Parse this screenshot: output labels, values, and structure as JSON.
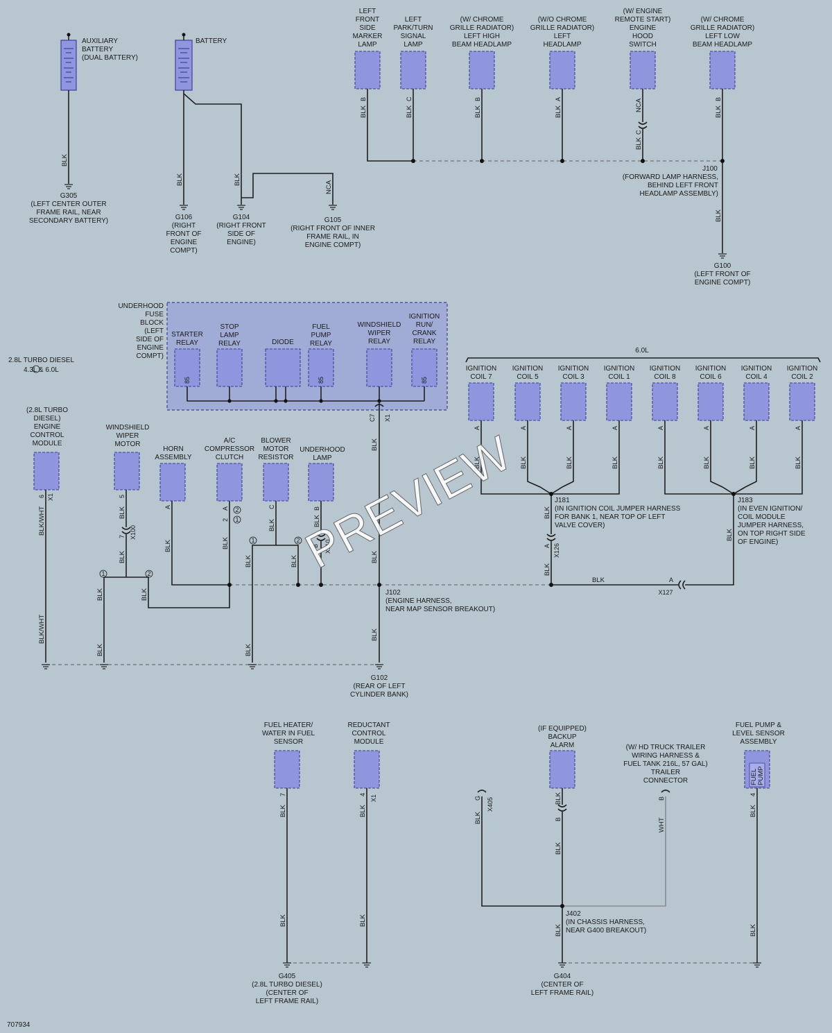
{
  "watermark": "PREVIEW",
  "figure_id": "707934",
  "colors": {
    "background": "#b8c6cf",
    "component": "#8f96de",
    "wire": "#1f1f1f"
  },
  "labels": {
    "aux_battery": [
      "AUXILIARY",
      "BATTERY",
      "(DUAL BATTERY)"
    ],
    "battery": [
      "BATTERY"
    ],
    "g305": [
      "G305",
      "(LEFT CENTER OUTER",
      "FRAME RAIL, NEAR",
      "SECONDARY BATTERY)"
    ],
    "g106": [
      "G106",
      "(RIGHT",
      "FRONT OF",
      "ENGINE",
      "COMPT)"
    ],
    "g104": [
      "G104",
      "(RIGHT FRONT",
      "SIDE OF",
      "ENGINE)"
    ],
    "g105": [
      "G105",
      "(RIGHT FRONT OF INNER",
      "FRAME RAIL, IN",
      "ENGINE COMPT)"
    ],
    "left_front_marker": [
      "LEFT",
      "FRONT",
      "SIDE",
      "MARKER",
      "LAMP"
    ],
    "left_park_turn": [
      "LEFT",
      "PARK/TURN",
      "SIGNAL",
      "LAMP"
    ],
    "chrome_high_beam": [
      "(W/ CHROME",
      "GRILLE RADIATOR)",
      "LEFT HIGH",
      "BEAM HEADLAMP"
    ],
    "wo_chrome_headlamp": [
      "(W/O CHROME",
      "GRILLE RADIATOR)",
      "LEFT",
      "HEADLAMP"
    ],
    "hood_switch": [
      "(W/ ENGINE",
      "REMOTE START)",
      "ENGINE",
      "HOOD",
      "SWITCH"
    ],
    "chrome_low_beam": [
      "(W/ CHROME",
      "GRILLE RADIATOR)",
      "LEFT LOW",
      "BEAM HEADLAMP"
    ],
    "j100": [
      "J100",
      "(FORWARD LAMP HARNESS,",
      "BEHIND LEFT FRONT",
      "HEADLAMP ASSEMBLY)"
    ],
    "g100": [
      "G100",
      "(LEFT FRONT OF",
      "ENGINE COMPT)"
    ],
    "underhood_fuse_block": [
      "UNDERHOOD",
      "FUSE",
      "BLOCK",
      "(LEFT",
      "SIDE OF",
      "ENGINE",
      "COMPT)"
    ],
    "starter_relay": [
      "STARTER",
      "RELAY"
    ],
    "stop_lamp_relay": [
      "STOP",
      "LAMP",
      "RELAY"
    ],
    "diode": [
      "DIODE"
    ],
    "fuel_pump_relay": [
      "FUEL",
      "PUMP",
      "RELAY"
    ],
    "wiper_relay": [
      "WINDSHIELD",
      "WIPER",
      "RELAY"
    ],
    "ign_run_crank_relay": [
      "IGNITION",
      "RUN/",
      "CRANK",
      "RELAY"
    ],
    "engine_options": [
      "2.8L TURBO DIESEL",
      "4.3L & 6.0L"
    ],
    "six_liter": [
      "6.0L"
    ],
    "ecm": [
      "(2.8L TURBO",
      "DIESEL)",
      "ENGINE",
      "CONTROL",
      "MODULE"
    ],
    "wiper_motor": [
      "WINDSHIELD",
      "WIPER",
      "MOTOR"
    ],
    "horn": [
      "HORN",
      "ASSEMBLY"
    ],
    "ac_clutch": [
      "A/C",
      "COMPRESSOR",
      "CLUTCH"
    ],
    "blower_resistor": [
      "BLOWER",
      "MOTOR",
      "RESISTOR"
    ],
    "underhood_lamp": [
      "UNDERHOOD",
      "LAMP"
    ],
    "coil7": [
      "IGNITION",
      "COIL 7"
    ],
    "coil5": [
      "IGNITION",
      "COIL 5"
    ],
    "coil3": [
      "IGNITION",
      "COIL 3"
    ],
    "coil1": [
      "IGNITION",
      "COIL 1"
    ],
    "coil8": [
      "IGNITION",
      "COIL 8"
    ],
    "coil6": [
      "IGNITION",
      "COIL 6"
    ],
    "coil4": [
      "IGNITION",
      "COIL 4"
    ],
    "coil2": [
      "IGNITION",
      "COIL 2"
    ],
    "j181": [
      "J181",
      "(IN IGNITION COIL JUMPER HARNESS",
      "FOR BANK 1, NEAR TOP OF LEFT",
      "VALVE COVER)"
    ],
    "j183": [
      "J183",
      "(IN EVEN IGNITION/",
      "COIL MODULE",
      "JUMPER HARNESS,",
      "ON TOP RIGHT SIDE",
      "OF ENGINE)"
    ],
    "j102": [
      "J102",
      "(ENGINE HARNESS,",
      "NEAR MAP SENSOR BREAKOUT)"
    ],
    "g102": [
      "G102",
      "(REAR OF LEFT",
      "CYLINDER BANK)"
    ],
    "fuel_heater": [
      "FUEL HEATER/",
      "WATER IN FUEL",
      "SENSOR"
    ],
    "reductant_module": [
      "REDUCTANT",
      "CONTROL",
      "MODULE"
    ],
    "backup_alarm": [
      "(IF EQUIPPED)",
      "BACKUP",
      "ALARM"
    ],
    "trailer_connector": [
      "(W/ HD TRUCK TRAILER",
      "WIRING HARNESS &",
      "FUEL TANK 216L, 57 GAL)",
      "TRAILER",
      "CONNECTOR"
    ],
    "fuel_pump_assembly": [
      "FUEL PUMP &",
      "LEVEL SENSOR",
      "ASSEMBLY"
    ],
    "fuel_pump_inner": [
      "FUEL",
      "PUMP"
    ],
    "j402": [
      "J402",
      "(IN CHASSIS HARNESS,",
      "NEAR G400 BREAKOUT)"
    ],
    "g405": [
      "G405",
      "(2.8L TURBO DIESEL)",
      "(CENTER OF",
      "LEFT FRAME RAIL)"
    ],
    "g404": [
      "G404",
      "(CENTER OF",
      "LEFT FRAME RAIL)"
    ]
  },
  "wire_labels": {
    "blk": "BLK",
    "blkwht": "BLK/WHT",
    "nca": "NCA",
    "wht": "WHT"
  },
  "pins": {
    "b": "B",
    "c": "C",
    "a": "A",
    "g": "G",
    "p85": "85",
    "p2": "2",
    "p4": "4",
    "p5": "5",
    "p6": "6",
    "p7": "7",
    "c7": "C7",
    "x1": "X1",
    "x100": "X100",
    "x110": "X110",
    "x126": "X126",
    "x127": "X127",
    "x405": "X405",
    "one": "1",
    "two": "2"
  }
}
